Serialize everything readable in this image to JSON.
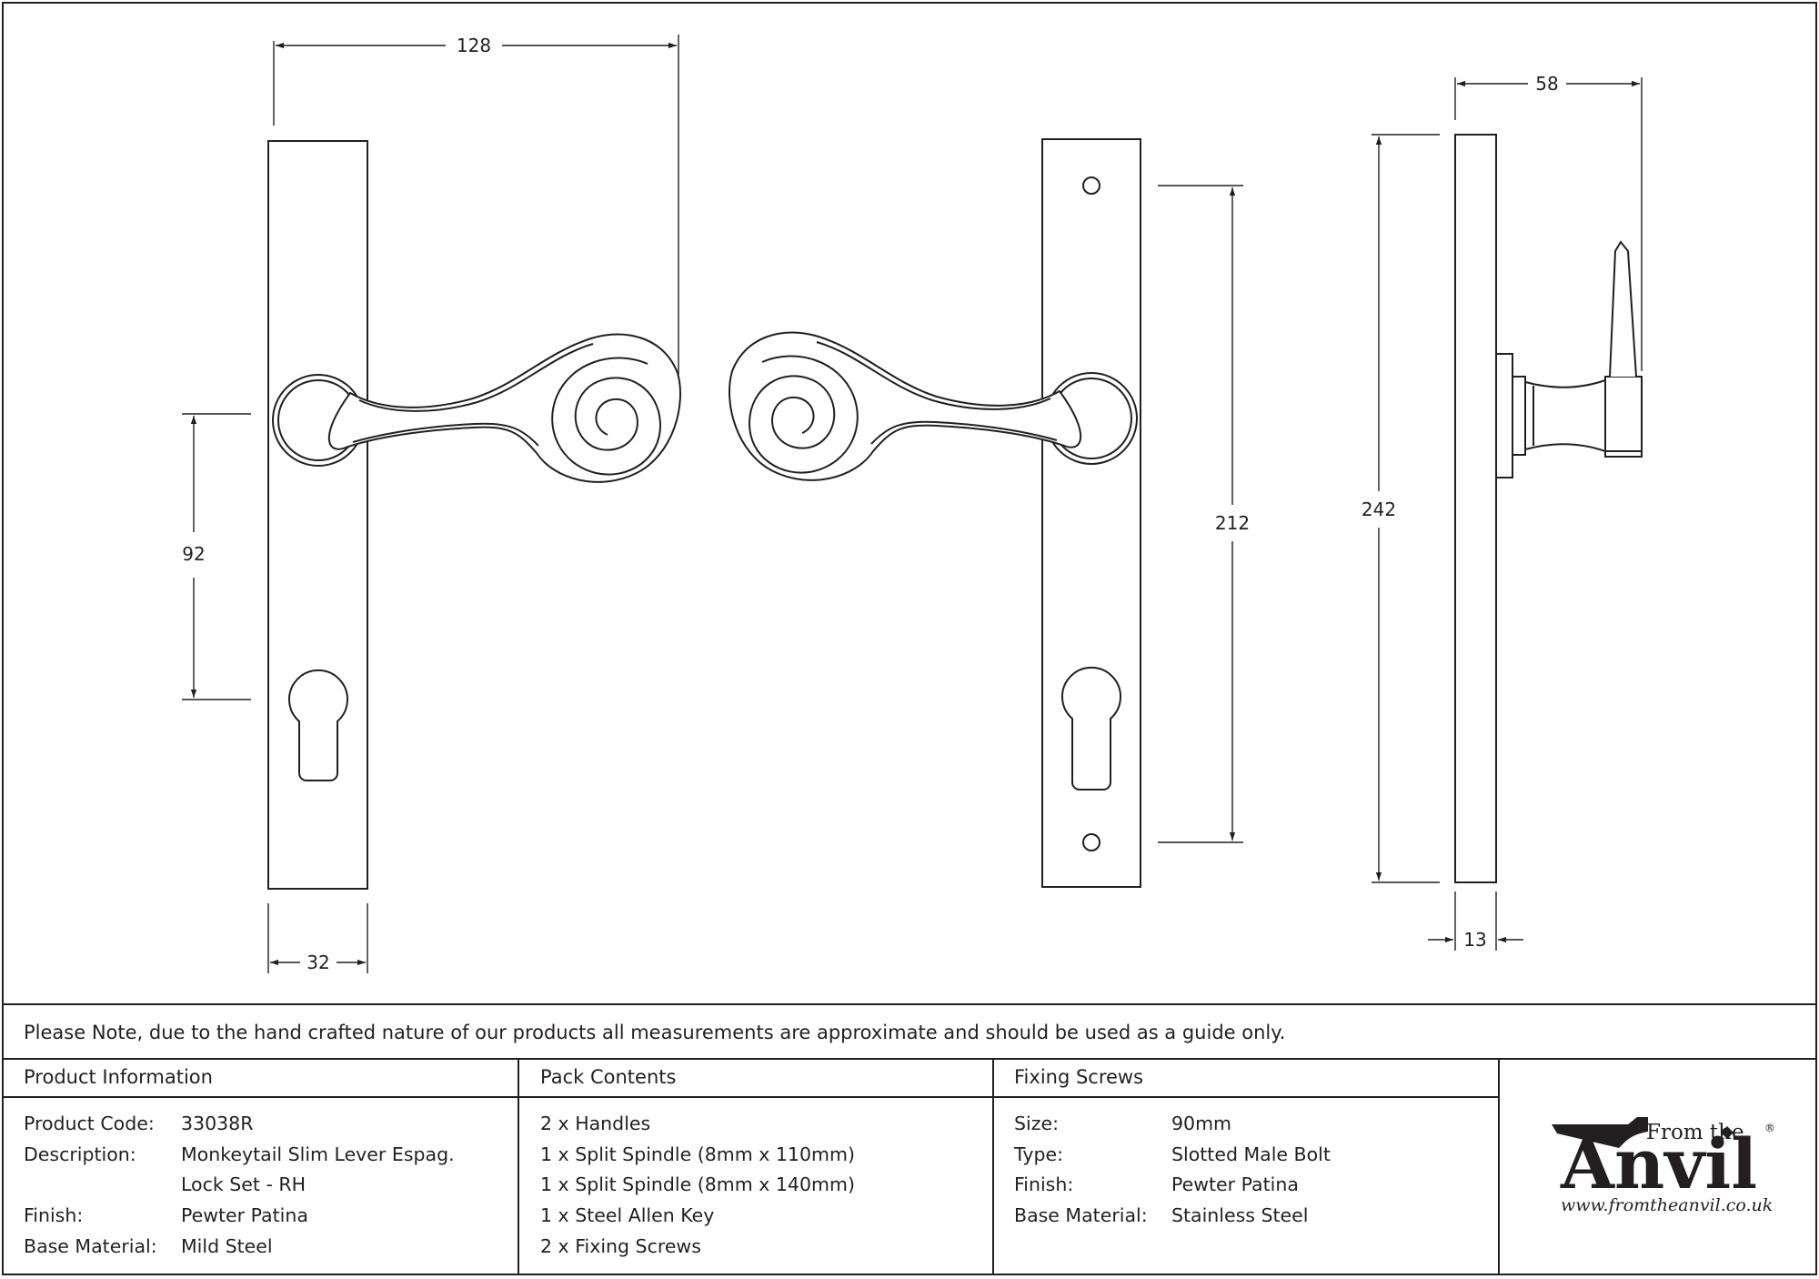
{
  "dimensions": {
    "overall_width": "128",
    "plate_width": "32",
    "lever_to_cylinder": "92",
    "fixing_centres": "212",
    "plate_height": "242",
    "projection": "58",
    "plate_depth": "13"
  },
  "note": "Please Note, due to the hand crafted nature of our products all measurements are approximate and should be used as a guide only.",
  "product_info": {
    "heading": "Product Information",
    "rows": [
      {
        "label": "Product Code:",
        "value": "33038R"
      },
      {
        "label": "Description:",
        "value": "Monkeytail Slim Lever Espag."
      },
      {
        "label": "",
        "value": "Lock Set - RH"
      },
      {
        "label": "Finish:",
        "value": "Pewter Patina"
      },
      {
        "label": "Base Material:",
        "value": "Mild Steel"
      }
    ]
  },
  "pack_contents": {
    "heading": "Pack Contents",
    "items": [
      "2 x Handles",
      "1 x Split Spindle (8mm x 110mm)",
      "1 x Split Spindle (8mm x 140mm)",
      "1 x Steel Allen Key",
      "2 x Fixing Screws"
    ]
  },
  "fixing_screws": {
    "heading": "Fixing Screws",
    "rows": [
      {
        "label": "Size:",
        "value": "90mm"
      },
      {
        "label": "Type:",
        "value": "Slotted Male Bolt"
      },
      {
        "label": "Finish:",
        "value": "Pewter Patina"
      },
      {
        "label": "Base Material:",
        "value": "Stainless Steel"
      }
    ]
  },
  "logo": {
    "from_the": "From the",
    "anvil": "Anvil",
    "registered": "®",
    "url": "www.fromtheanvil.co.uk"
  },
  "colors": {
    "line": "#231f20",
    "background": "#ffffff"
  }
}
